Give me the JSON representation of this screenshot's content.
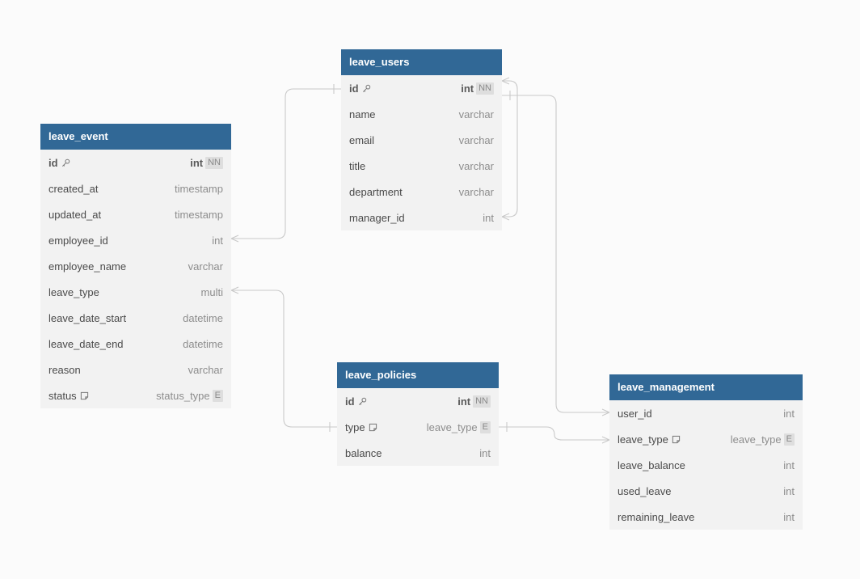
{
  "tables": [
    {
      "name": "leave_event",
      "columns": [
        {
          "name": "id",
          "type": "int",
          "badge": "NN",
          "icon": "key-icon",
          "pk": true
        },
        {
          "name": "created_at",
          "type": "timestamp"
        },
        {
          "name": "updated_at",
          "type": "timestamp"
        },
        {
          "name": "employee_id",
          "type": "int"
        },
        {
          "name": "employee_name",
          "type": "varchar"
        },
        {
          "name": "leave_type",
          "type": "multi"
        },
        {
          "name": "leave_date_start",
          "type": "datetime"
        },
        {
          "name": "leave_date_end",
          "type": "datetime"
        },
        {
          "name": "reason",
          "type": "varchar"
        },
        {
          "name": "status",
          "type": "status_type",
          "badge": "E",
          "icon": "note-icon"
        }
      ]
    },
    {
      "name": "leave_users",
      "columns": [
        {
          "name": "id",
          "type": "int",
          "badge": "NN",
          "icon": "key-icon",
          "pk": true
        },
        {
          "name": "name",
          "type": "varchar"
        },
        {
          "name": "email",
          "type": "varchar"
        },
        {
          "name": "title",
          "type": "varchar"
        },
        {
          "name": "department",
          "type": "varchar"
        },
        {
          "name": "manager_id",
          "type": "int"
        }
      ]
    },
    {
      "name": "leave_policies",
      "columns": [
        {
          "name": "id",
          "type": "int",
          "badge": "NN",
          "icon": "key-icon",
          "pk": true
        },
        {
          "name": "type",
          "type": "leave_type",
          "badge": "E",
          "icon": "note-icon"
        },
        {
          "name": "balance",
          "type": "int"
        }
      ]
    },
    {
      "name": "leave_management",
      "columns": [
        {
          "name": "user_id",
          "type": "int"
        },
        {
          "name": "leave_type",
          "type": "leave_type",
          "badge": "E",
          "icon": "note-icon"
        },
        {
          "name": "leave_balance",
          "type": "int"
        },
        {
          "name": "used_leave",
          "type": "int"
        },
        {
          "name": "remaining_leave",
          "type": "int"
        }
      ]
    }
  ],
  "relationships": [
    {
      "from": "leave_event.employee_id",
      "to": "leave_users.id"
    },
    {
      "from": "leave_users.manager_id",
      "to": "leave_users.id"
    },
    {
      "from": "leave_management.user_id",
      "to": "leave_users.id"
    },
    {
      "from": "leave_event.leave_type",
      "to": "leave_policies.type"
    },
    {
      "from": "leave_management.leave_type",
      "to": "leave_policies.type"
    }
  ],
  "colors": {
    "header": "#316896",
    "body": "#f2f2f2",
    "line": "#c9c9c9"
  }
}
